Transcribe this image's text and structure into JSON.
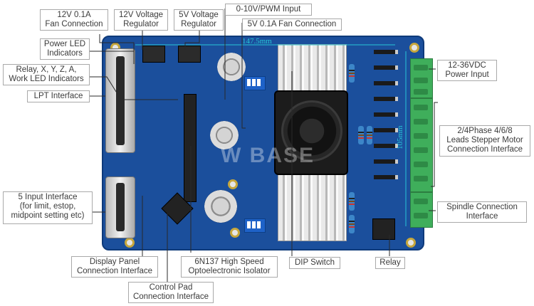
{
  "labels": {
    "fan12": "12V 0.1A\nFan Connection",
    "reg12": "12V Voltage\nRegulator",
    "reg5": "5V Voltage\nRegulator",
    "pwm": "0-10V/PWM Input",
    "fan5": "5V 0.1A Fan Connection",
    "power_led": "Power LED\nIndicators",
    "relay_led": "Relay, X, Y, Z, A,\nWork LED Indicators",
    "lpt": "LPT Interface",
    "input5": "5 Input Interface\n(for limit, estop,\nmidpoint setting etc)",
    "display": "Display Panel\nConnection Interface",
    "control": "Control Pad\nConnection Interface",
    "opto": "6N137 High Speed\nOptoelectronic Isolator",
    "dip": "DIP Switch",
    "relay": "Relay",
    "power_input": "12-36VDC\nPower Input",
    "stepper": "2/4Phase 4/6/8\nLeads Stepper Motor\nConnection Interface",
    "spindle": "Spindle Connection\nInterface"
  },
  "dimensions": {
    "width": "147.5mm",
    "height": "105mm"
  },
  "watermark": "W BASE",
  "colors": {
    "board": "#1b4f9c",
    "dimension_line": "#27c6d6",
    "terminal": "#3fae5b",
    "label_border": "#a9a9a9"
  }
}
